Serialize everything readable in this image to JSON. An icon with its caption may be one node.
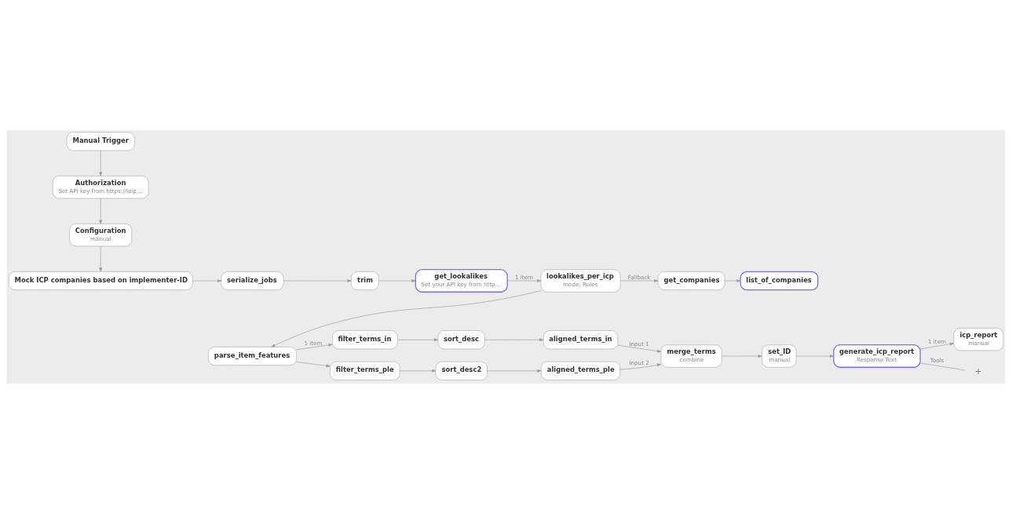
{
  "diagram": {
    "nodes": [
      {
        "text": [
          "Manual Trigger"
        ]
      },
      {
        "text": [
          "Authorization",
          "Set API key from https://leip..."
        ]
      },
      {
        "text": [
          "Configuration",
          "manual"
        ]
      },
      {
        "text": [
          "Mock ICP companies based on implementer-ID"
        ]
      },
      {
        "text": [
          "serialize_jobs"
        ]
      },
      {
        "text": [
          "trim"
        ]
      },
      {
        "text": [
          "get_lookalikes",
          "Set your API key from http..."
        ]
      },
      {
        "text": [
          "lookalikes_per_icp",
          "mode: Rules"
        ]
      },
      {
        "text": [
          "get_companies"
        ]
      },
      {
        "text": [
          "list_of_companies"
        ]
      },
      {
        "text": [
          "parse_item_features"
        ]
      },
      {
        "text": [
          "filter_terms_in"
        ]
      },
      {
        "text": [
          "sort_desc"
        ]
      },
      {
        "text": [
          "aligned_terms_in"
        ]
      },
      {
        "text": [
          "filter_terms_ple"
        ]
      },
      {
        "text": [
          "sort_desc2"
        ]
      },
      {
        "text": [
          "aligned_terms_ple"
        ]
      },
      {
        "text": [
          "merge_terms",
          "combine"
        ]
      },
      {
        "text": [
          "set_ID",
          "manual"
        ]
      },
      {
        "text": [
          "generate_icp_report",
          "Response Text"
        ]
      },
      {
        "text": [
          "icp_report",
          "manual"
        ]
      },
      {
        "text": [
          "+"
        ]
      }
    ],
    "edges": [
      {
        "from": 0,
        "to": 1,
        "arrow": "to"
      },
      {
        "from": 1,
        "to": 2,
        "arrow": "to"
      },
      {
        "from": 2,
        "to": 3,
        "arrow": "to"
      },
      {
        "from": 3,
        "to": 4,
        "arrow": "to"
      },
      {
        "from": 4,
        "to": 5,
        "arrow": "to"
      },
      {
        "from": 5,
        "to": 6,
        "arrow": "to"
      },
      {
        "from": 6,
        "to": 7,
        "arrow": "to",
        "label": "1 item"
      },
      {
        "from": 7,
        "to": 10,
        "arrow": "to"
      },
      {
        "from": 7,
        "to": 8,
        "arrow": "to",
        "label": "Fallback"
      },
      {
        "from": 8,
        "to": 9,
        "arrow": "to"
      },
      {
        "from": 10,
        "to": 11,
        "arrow": "to",
        "label": "1 item"
      },
      {
        "from": 10,
        "to": 14,
        "arrow": "to"
      },
      {
        "from": 11,
        "to": 12,
        "arrow": "to"
      },
      {
        "from": 12,
        "to": 13,
        "arrow": "to"
      },
      {
        "from": 13,
        "to": 17,
        "arrow": "to",
        "label": "Input 1"
      },
      {
        "from": 14,
        "to": 15,
        "arrow": "to"
      },
      {
        "from": 15,
        "to": 16,
        "arrow": "to"
      },
      {
        "from": 16,
        "to": 17,
        "arrow": "to",
        "label": "Input 2"
      },
      {
        "from": 17,
        "to": 18,
        "arrow": "to"
      },
      {
        "from": 18,
        "to": 19,
        "arrow": "to"
      },
      {
        "from": 19,
        "to": 20,
        "arrow": "to",
        "label": "1 item"
      },
      {
        "from": 19,
        "to": 21,
        "arrow": "none",
        "label": "Tools"
      }
    ]
  }
}
